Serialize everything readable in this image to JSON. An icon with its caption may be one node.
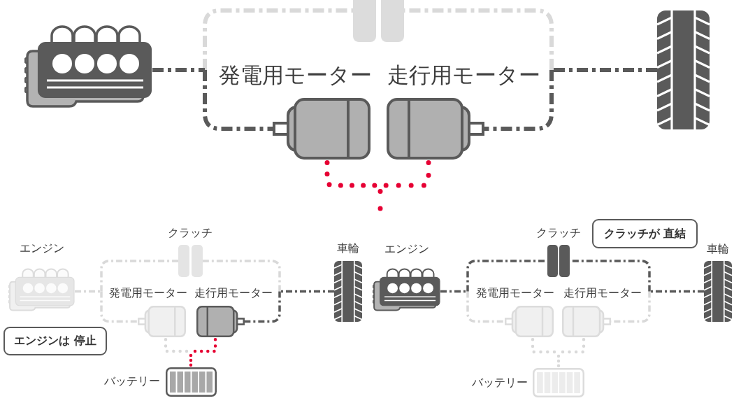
{
  "diagram": {
    "nodes": [
      {
        "text": [],
        "shape": "picture"
      },
      {
        "text": [],
        "shape": "picture"
      },
      {
        "text": [],
        "shape": "picture",
        "beside": [
          "発電用モーター"
        ]
      },
      {
        "text": [],
        "shape": "picture",
        "beside": [
          "走行用モーター"
        ]
      },
      {
        "text": [],
        "shape": "picture"
      },
      {
        "text": [],
        "shape": "picture",
        "beside": [
          "エンジン"
        ]
      },
      {
        "text": [],
        "shape": "picture",
        "beside": [
          "クラッチ"
        ]
      },
      {
        "text": [],
        "shape": "picture",
        "beside": [
          "車輪"
        ]
      },
      {
        "text": [],
        "shape": "picture",
        "beside": [
          "発電用モーター"
        ]
      },
      {
        "text": [],
        "shape": "picture",
        "beside": [
          "走行用モーター"
        ]
      },
      {
        "text": [
          "エンジンは 停止"
        ]
      },
      {
        "text": [],
        "shape": "picture",
        "beside": [
          "バッテリー"
        ]
      },
      {
        "text": [],
        "shape": "picture",
        "beside": [
          "エンジン"
        ]
      },
      {
        "text": [],
        "shape": "picture",
        "beside": [
          "クラッチ"
        ]
      },
      {
        "text": [
          "クラッチが 直結"
        ]
      },
      {
        "text": [],
        "shape": "picture",
        "beside": [
          "車輪"
        ]
      },
      {
        "text": [],
        "shape": "picture",
        "beside": [
          "発電用モーター"
        ]
      },
      {
        "text": [],
        "shape": "picture",
        "beside": [
          "走行用モーター"
        ]
      },
      {
        "text": [],
        "shape": "picture",
        "beside": [
          "バッテリー"
        ]
      }
    ],
    "edges": [
      {
        "from": 0,
        "to": 1,
        "arrow": "none"
      },
      {
        "from": 0,
        "to": 2,
        "arrow": "none",
        "color": "#5a5a5a"
      },
      {
        "from": 4,
        "to": 1,
        "arrow": "none"
      },
      {
        "from": 4,
        "to": 3,
        "arrow": "none",
        "color": "#5a5a5a"
      },
      {
        "from": null,
        "to": 2,
        "arrow": "none",
        "style": "dashed",
        "color": "#e60033"
      },
      {
        "from": null,
        "to": 3,
        "arrow": "none",
        "style": "dashed",
        "color": "#e60033"
      },
      {
        "from": 5,
        "to": 6,
        "arrow": "none"
      },
      {
        "from": 5,
        "to": 8,
        "arrow": "none"
      },
      {
        "from": 7,
        "to": 6,
        "arrow": "none"
      },
      {
        "from": 7,
        "to": 9,
        "arrow": "none",
        "color": "#5a5a5a"
      },
      {
        "from": 11,
        "to": 8,
        "arrow": "none",
        "style": "dashed"
      },
      {
        "from": 11,
        "to": 9,
        "arrow": "none",
        "style": "dashed",
        "color": "#e60033"
      },
      {
        "from": 12,
        "to": 13,
        "arrow": "none",
        "color": "#5a5a5a"
      },
      {
        "from": 12,
        "to": 16,
        "arrow": "none"
      },
      {
        "from": 15,
        "to": 13,
        "arrow": "none",
        "color": "#5a5a5a"
      },
      {
        "from": 15,
        "to": 17,
        "arrow": "none"
      },
      {
        "from": 18,
        "to": 16,
        "arrow": "none",
        "style": "dashed"
      },
      {
        "from": 18,
        "to": 17,
        "arrow": "none",
        "style": "dashed"
      }
    ]
  }
}
